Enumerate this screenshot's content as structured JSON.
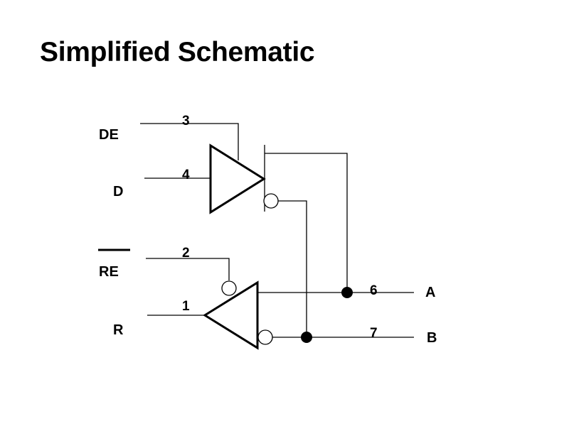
{
  "title": "Simplified Schematic",
  "signals": {
    "de": "DE",
    "d": "D",
    "re": "RE",
    "r": "R",
    "a": "A",
    "b": "B"
  },
  "pins": {
    "de": "3",
    "d": "4",
    "re": "2",
    "r": "1",
    "a": "6",
    "b": "7"
  }
}
